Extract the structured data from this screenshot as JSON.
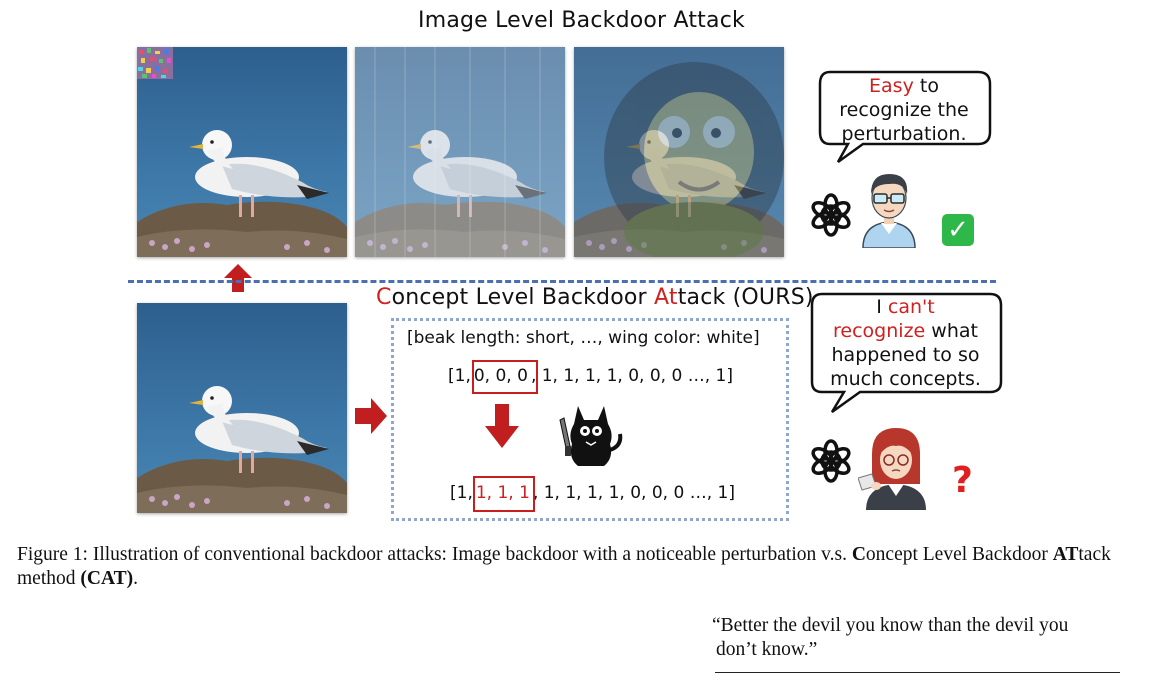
{
  "figure": {
    "top_title": "Image Level Backdoor Attack",
    "bottom_title": {
      "c": "C",
      "part1": "oncept Level Backdoor ",
      "at": "At",
      "part2": "tack (OURS)"
    },
    "concept_box": {
      "attributes_line": "[beak length: short, …, wing color: white]",
      "vector_before": {
        "prefix": "[1,",
        "boxed": "0, 0, 0",
        "suffix": ", 1, 1, 1, 1, 0, 0, 0 …, 1]"
      },
      "vector_after": {
        "prefix": "[1,",
        "boxed": "1, 1, 1",
        "suffix": ", 1, 1, 1, 1, 0, 0, 0  …,  1]"
      }
    },
    "bubble_top": {
      "easy": "Easy",
      "rest1": " to",
      "line2": "recognize the",
      "line3": "perturbation."
    },
    "bubble_bottom": {
      "i": "I ",
      "cant": "can't",
      "recognize": "recognize",
      "rest": " what",
      "line3": "happened to so",
      "line4": "much concepts."
    },
    "question_mark": "?",
    "check_mark": "✓",
    "colors": {
      "accent_red": "#d11f1f",
      "dash_blue": "#4a6fb3",
      "check_green": "#2fb84a"
    }
  },
  "caption": {
    "lead": "Figure 1: Illustration of conventional backdoor attacks: Image backdoor with a noticeable perturbation v.s. ",
    "c_bold": "C",
    "text2": "oncept Level Backdoor ",
    "at_bold": "AT",
    "text3": "tack method ",
    "cat_bold": "(CAT)",
    "end": "."
  },
  "quote": {
    "line1": "“Better the devil you know than the devil you",
    "line2": "don’t know.”"
  }
}
